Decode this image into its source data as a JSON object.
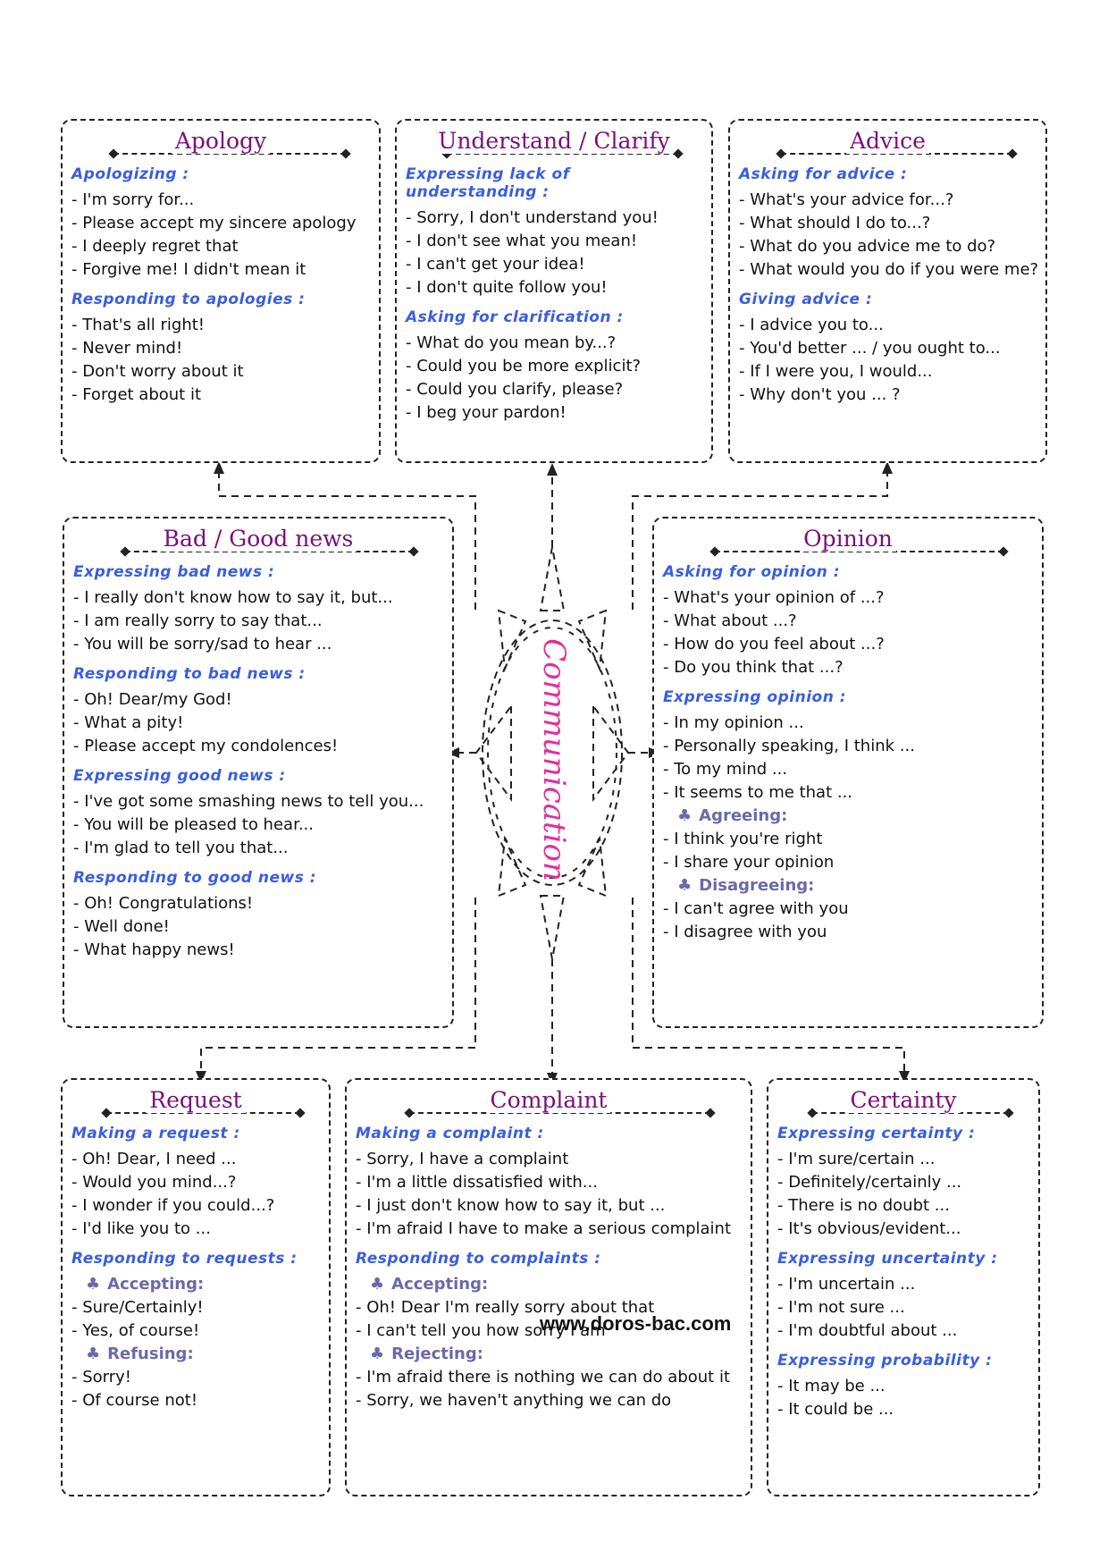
{
  "center": {
    "label": "Communication"
  },
  "watermark": "www.doros-bac.com",
  "colors": {
    "title": "#7a0f7a",
    "section": "#3a5ee0",
    "subsection": "#6a6aa8",
    "center": "#e0309c"
  },
  "boxes": {
    "apology": {
      "title": "Apology",
      "sections": [
        {
          "heading": "Apologizing :",
          "items": [
            "- I'm sorry for...",
            "- Please accept my sincere apology",
            "- I deeply regret that",
            "- Forgive me! I didn't mean it"
          ]
        },
        {
          "heading": "Responding to apologies :",
          "items": [
            "- That's all right!",
            "- Never mind!",
            "- Don't worry about it",
            "- Forget about it"
          ]
        }
      ]
    },
    "clarify": {
      "title": "Understand / Clarify",
      "sections": [
        {
          "heading": "Expressing lack of understanding :",
          "items": [
            "- Sorry, I don't understand you!",
            "- I don't see what you mean!",
            "- I can't get your idea!",
            "- I don't quite follow you!"
          ]
        },
        {
          "heading": "Asking for clarification :",
          "items": [
            "- What do you mean by...?",
            "- Could you be more explicit?",
            "- Could you clarify, please?",
            "- I beg your pardon!"
          ]
        }
      ]
    },
    "advice": {
      "title": "Advice",
      "sections": [
        {
          "heading": "Asking for advice :",
          "items": [
            "- What's your advice for...?",
            "- What should I do to...?",
            "- What do you advice me to do?",
            "- What would you do if you were me?"
          ]
        },
        {
          "heading": "Giving advice :",
          "items": [
            "- I advice you to...",
            "- You'd better ... / you ought to...",
            "- If I were you, I would...",
            "- Why don't you ... ?"
          ]
        }
      ]
    },
    "news": {
      "title": "Bad / Good news",
      "sections": [
        {
          "heading": "Expressing bad news :",
          "items": [
            "- I really don't know how to say it, but...",
            "- I am really sorry to say that...",
            "- You will be sorry/sad to hear ..."
          ]
        },
        {
          "heading": "Responding to bad news :",
          "items": [
            "- Oh! Dear/my God!",
            "- What a pity!",
            "- Please accept my condolences!"
          ]
        },
        {
          "heading": "Expressing good news :",
          "items": [
            "- I've got some smashing news to tell you...",
            "- You will be pleased to hear...",
            "- I'm glad to tell you that..."
          ]
        },
        {
          "heading": "Responding to good news :",
          "items": [
            "- Oh! Congratulations!",
            "- Well done!",
            "- What happy news!"
          ]
        }
      ]
    },
    "opinion": {
      "title": "Opinion",
      "sections": [
        {
          "heading": "Asking for opinion :",
          "items": [
            "- What's your opinion of ...?",
            "- What about ...?",
            "- How do you feel about ...?",
            "- Do you think that ...?"
          ]
        },
        {
          "heading": "Expressing opinion :",
          "items": [
            "- In my opinion ...",
            "- Personally speaking, I think ...",
            "- To my mind ...",
            "- It seems to me that ..."
          ],
          "subsections": [
            {
              "label": "Agreeing:",
              "items": [
                "- I think you're right",
                "- I share your opinion"
              ]
            },
            {
              "label": "Disagreeing:",
              "items": [
                "- I can't agree with you",
                "- I disagree with you"
              ]
            }
          ]
        }
      ]
    },
    "request": {
      "title": "Request",
      "sections": [
        {
          "heading": "Making a request :",
          "items": [
            "- Oh! Dear, I need ...",
            "- Would you mind...?",
            "- I wonder if you could...?",
            "- I'd like you to ..."
          ]
        },
        {
          "heading": "Responding to requests :",
          "items": [],
          "subsections": [
            {
              "label": "Accepting:",
              "items": [
                "- Sure/Certainly!",
                "- Yes, of course!"
              ]
            },
            {
              "label": "Refusing:",
              "items": [
                "- Sorry!",
                "- Of course not!"
              ]
            }
          ]
        }
      ]
    },
    "complaint": {
      "title": "Complaint",
      "sections": [
        {
          "heading": "Making a complaint :",
          "items": [
            "- Sorry, I have a complaint",
            "- I'm a little dissatisfied with...",
            "- I just don't know how to say it, but ...",
            "- I'm afraid I have to make a serious complaint"
          ]
        },
        {
          "heading": "Responding to complaints :",
          "items": [],
          "subsections": [
            {
              "label": "Accepting:",
              "items": [
                "- Oh! Dear I'm really sorry about that",
                "- I can't tell you how sorry I am"
              ]
            },
            {
              "label": "Rejecting:",
              "items": [
                "- I'm afraid there is nothing we can do about it",
                "- Sorry, we haven't anything we can do"
              ]
            }
          ]
        }
      ]
    },
    "certainty": {
      "title": "Certainty",
      "sections": [
        {
          "heading": "Expressing certainty :",
          "items": [
            "- I'm sure/certain ...",
            "- Definitely/certainly ...",
            "- There is no doubt ...",
            "- It's obvious/evident..."
          ]
        },
        {
          "heading": "Expressing uncertainty :",
          "items": [
            "- I'm uncertain ...",
            "- I'm not sure ...",
            "- I'm doubtful about ..."
          ]
        },
        {
          "heading": "Expressing probability :",
          "items": [
            "- It may be ...",
            "- It could be ..."
          ]
        }
      ]
    }
  }
}
